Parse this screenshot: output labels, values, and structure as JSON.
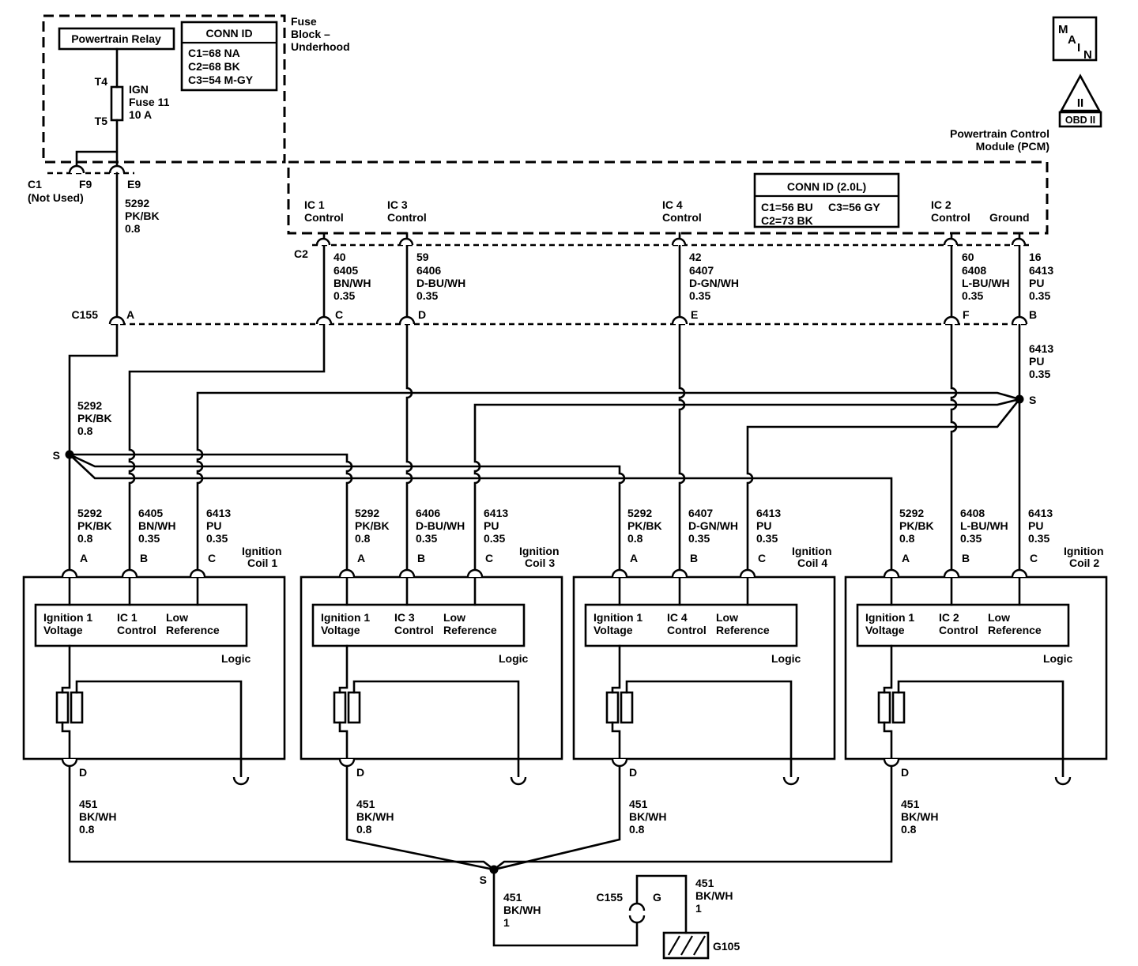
{
  "colors": {
    "ink": "#000000",
    "paper": "#ffffff"
  },
  "fuse_block": {
    "relay": "Powertrain Relay",
    "conn_id": {
      "title": "CONN ID",
      "rows": [
        "C1=68 NA",
        "C2=68 BK",
        "C3=54 M-GY"
      ]
    },
    "caption": [
      "Fuse",
      "Block –",
      "Underhood"
    ],
    "t4": "T4",
    "t5": "T5",
    "fuse": [
      "IGN",
      "Fuse 11",
      "10 A"
    ],
    "c1": "C1",
    "not_used": "(Not Used)",
    "f9": "F9",
    "e9": "E9"
  },
  "badges": {
    "main": [
      "M",
      "A",
      "I",
      "N"
    ],
    "obd_roman": "II",
    "obd_label": "OBD II"
  },
  "pcm": {
    "title": [
      "Powertrain Control",
      "Module (PCM)"
    ],
    "conn_id": {
      "title": "CONN ID (2.0L)",
      "c1": "C1=56 BU",
      "c3": "C3=56 GY",
      "c2": "C2=73 BK"
    },
    "ic1": [
      "IC 1",
      "Control"
    ],
    "ic3": [
      "IC 3",
      "Control"
    ],
    "ic4": [
      "IC 4",
      "Control"
    ],
    "ic2": [
      "IC 2",
      "Control"
    ],
    "ground_pin": "Ground",
    "c2_conn": "C2",
    "pins": [
      "40",
      "59",
      "42",
      "60",
      "16"
    ]
  },
  "c155": {
    "label": "C155",
    "pins": {
      "a": "A",
      "c": "C",
      "d": "D",
      "e": "E",
      "f": "F",
      "b": "B",
      "g": "G"
    }
  },
  "wires": {
    "w5292": [
      "5292",
      "PK/BK",
      "0.8"
    ],
    "w6405": [
      "6405",
      "BN/WH",
      "0.35"
    ],
    "w6406": [
      "6406",
      "D-BU/WH",
      "0.35"
    ],
    "w6407": [
      "6407",
      "D-GN/WH",
      "0.35"
    ],
    "w6408": [
      "6408",
      "L-BU/WH",
      "0.35"
    ],
    "w6413": [
      "6413",
      "PU",
      "0.35"
    ],
    "w451_8": [
      "451",
      "BK/WH",
      "0.8"
    ],
    "w451_1": [
      "451",
      "BK/WH",
      "1"
    ]
  },
  "splice_label": "S",
  "grounds": {
    "g105": "G105"
  },
  "coils": [
    {
      "name": [
        "Ignition",
        "Coil 1"
      ],
      "pin_a": "A",
      "pin_b": "B",
      "pin_c": "C",
      "pin_d": "D",
      "voltage": [
        "Ignition 1",
        "Voltage"
      ],
      "control": [
        "IC 1",
        "Control"
      ],
      "low": [
        "Low",
        "Reference"
      ],
      "logic": "Logic"
    },
    {
      "name": [
        "Ignition",
        "Coil 3"
      ],
      "pin_a": "A",
      "pin_b": "B",
      "pin_c": "C",
      "pin_d": "D",
      "voltage": [
        "Ignition 1",
        "Voltage"
      ],
      "control": [
        "IC 3",
        "Control"
      ],
      "low": [
        "Low",
        "Reference"
      ],
      "logic": "Logic"
    },
    {
      "name": [
        "Ignition",
        "Coil 4"
      ],
      "pin_a": "A",
      "pin_b": "B",
      "pin_c": "C",
      "pin_d": "D",
      "voltage": [
        "Ignition 1",
        "Voltage"
      ],
      "control": [
        "IC 4",
        "Control"
      ],
      "low": [
        "Low",
        "Reference"
      ],
      "logic": "Logic"
    },
    {
      "name": [
        "Ignition",
        "Coil 2"
      ],
      "pin_a": "A",
      "pin_b": "B",
      "pin_c": "C",
      "pin_d": "D",
      "voltage": [
        "Ignition 1",
        "Voltage"
      ],
      "control": [
        "IC 2",
        "Control"
      ],
      "low": [
        "Low",
        "Reference"
      ],
      "logic": "Logic"
    }
  ]
}
